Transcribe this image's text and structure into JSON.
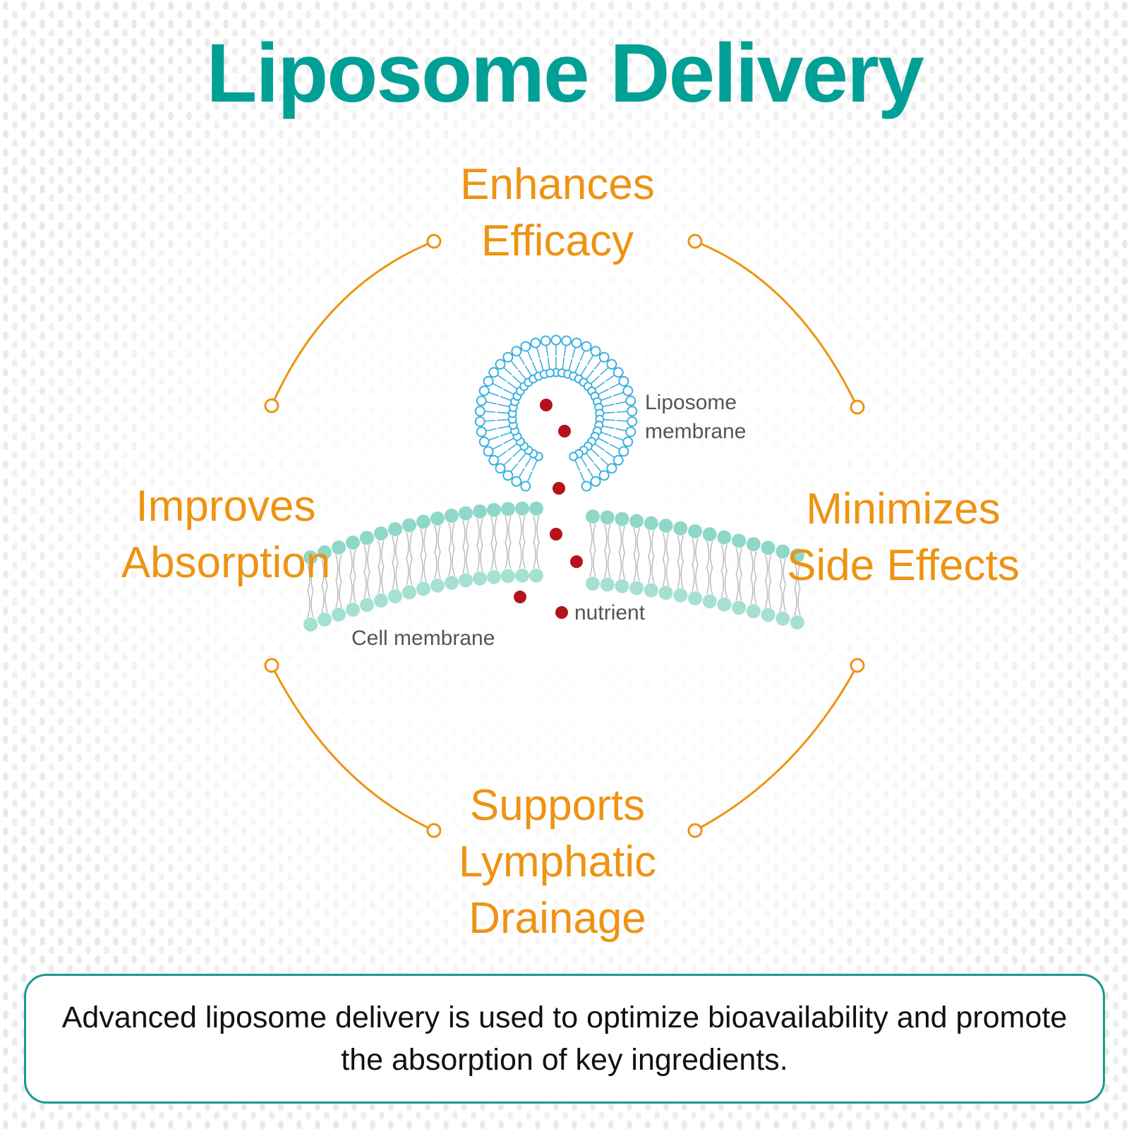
{
  "colors": {
    "title": "#00a096",
    "accent": "#ee9312",
    "liposome": "#3ab0e0",
    "cell_membrane": "#8fd8c8",
    "nutrient": "#b5121b",
    "box_border": "#1a9a90"
  },
  "title": "Liposome Delivery",
  "benefits": {
    "top": [
      "Enhances",
      "Efficacy"
    ],
    "left": [
      "Improves",
      "Absorption"
    ],
    "right": [
      "Minimizes",
      "Side Effects"
    ],
    "bottom": [
      "Supports",
      "Lymphatic",
      "Drainage"
    ]
  },
  "diagram_labels": {
    "liposome_membrane": [
      "Liposome",
      "membrane"
    ],
    "nutrient": "nutrient",
    "cell_membrane": "Cell membrane"
  },
  "info_box": {
    "text": "Advanced liposome delivery is used to optimize bioavailability and promote the absorption of key ingredients."
  }
}
